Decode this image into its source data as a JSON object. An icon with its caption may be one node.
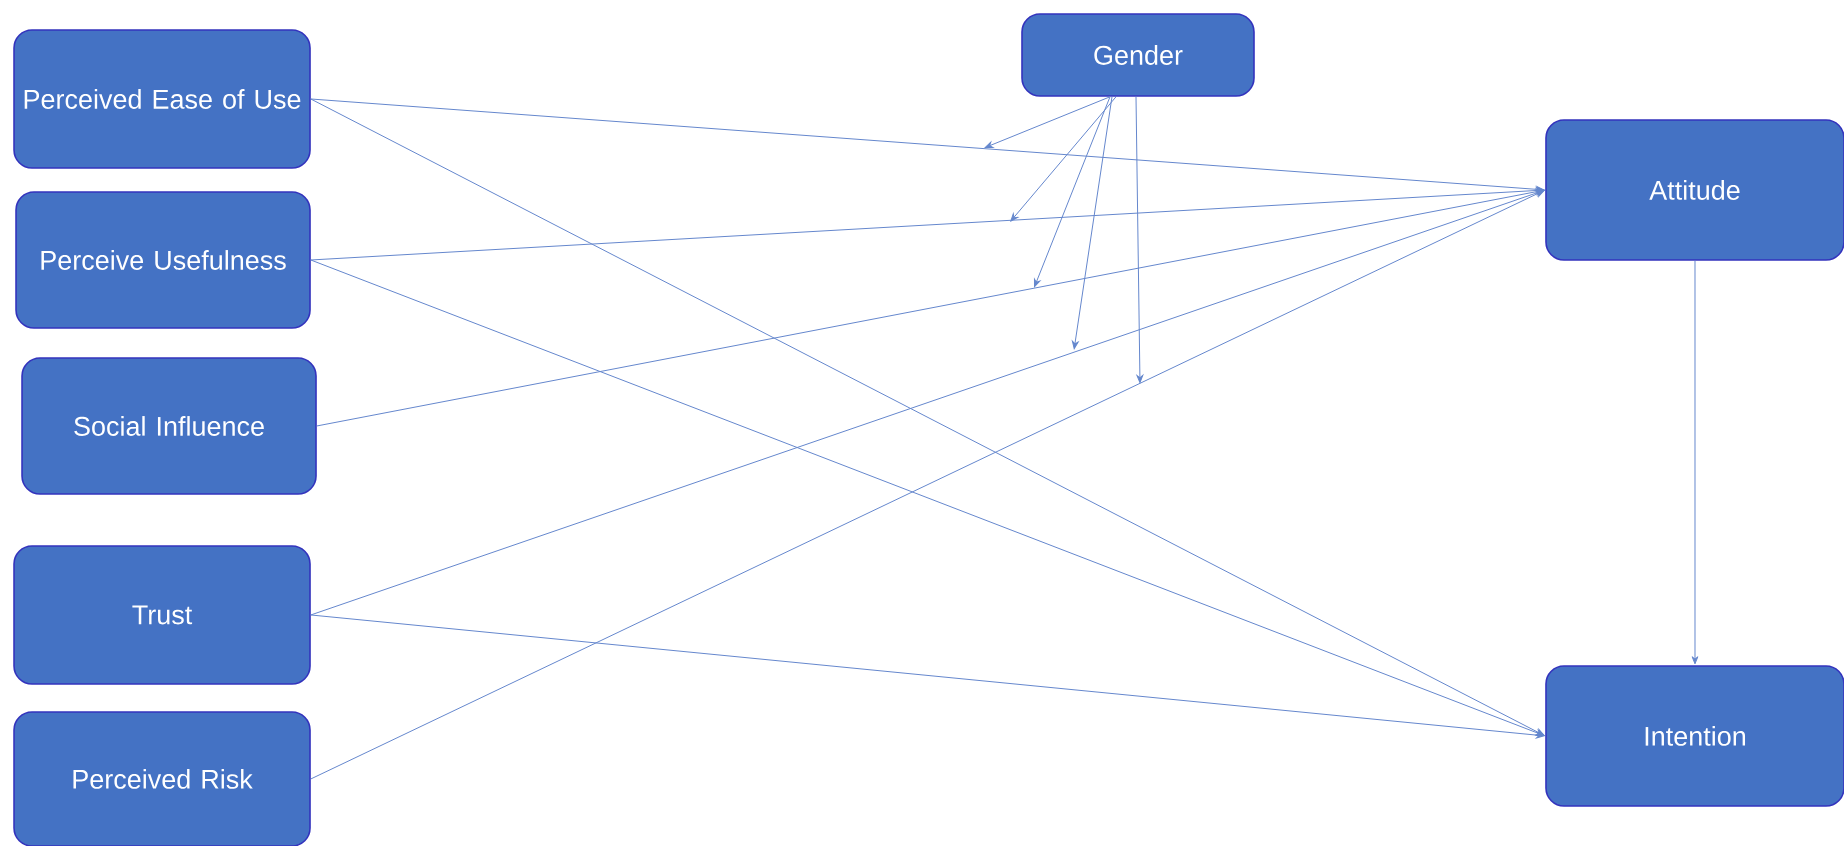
{
  "diagram": {
    "nodes": [
      {
        "text": [
          "Perceived Ease of Use"
        ]
      },
      {
        "text": [
          "Perceive Usefulness"
        ]
      },
      {
        "text": [
          "Social Influence"
        ]
      },
      {
        "text": [
          "Trust"
        ]
      },
      {
        "text": [
          "Perceived Risk"
        ]
      },
      {
        "text": [
          "Gender"
        ]
      },
      {
        "text": [
          "Attitude"
        ]
      },
      {
        "text": [
          "Intention"
        ]
      }
    ],
    "edges": [
      {
        "from": 0,
        "to": 6,
        "arrow": "to"
      },
      {
        "from": 0,
        "to": 7,
        "arrow": "to"
      },
      {
        "from": 1,
        "to": 6,
        "arrow": "to"
      },
      {
        "from": 1,
        "to": 7,
        "arrow": "to"
      },
      {
        "from": 2,
        "to": 6,
        "arrow": "to"
      },
      {
        "from": 3,
        "to": 6,
        "arrow": "to"
      },
      {
        "from": 3,
        "to": 7,
        "arrow": "to"
      },
      {
        "from": 4,
        "to": 6,
        "arrow": "to"
      },
      {
        "from": 6,
        "to": 7,
        "arrow": "to"
      },
      {
        "from": 5,
        "to": null,
        "arrow": "to"
      },
      {
        "from": 5,
        "to": null,
        "arrow": "to"
      },
      {
        "from": 5,
        "to": null,
        "arrow": "to"
      },
      {
        "from": 5,
        "to": null,
        "arrow": "to"
      },
      {
        "from": 5,
        "to": null,
        "arrow": "to"
      }
    ]
  }
}
